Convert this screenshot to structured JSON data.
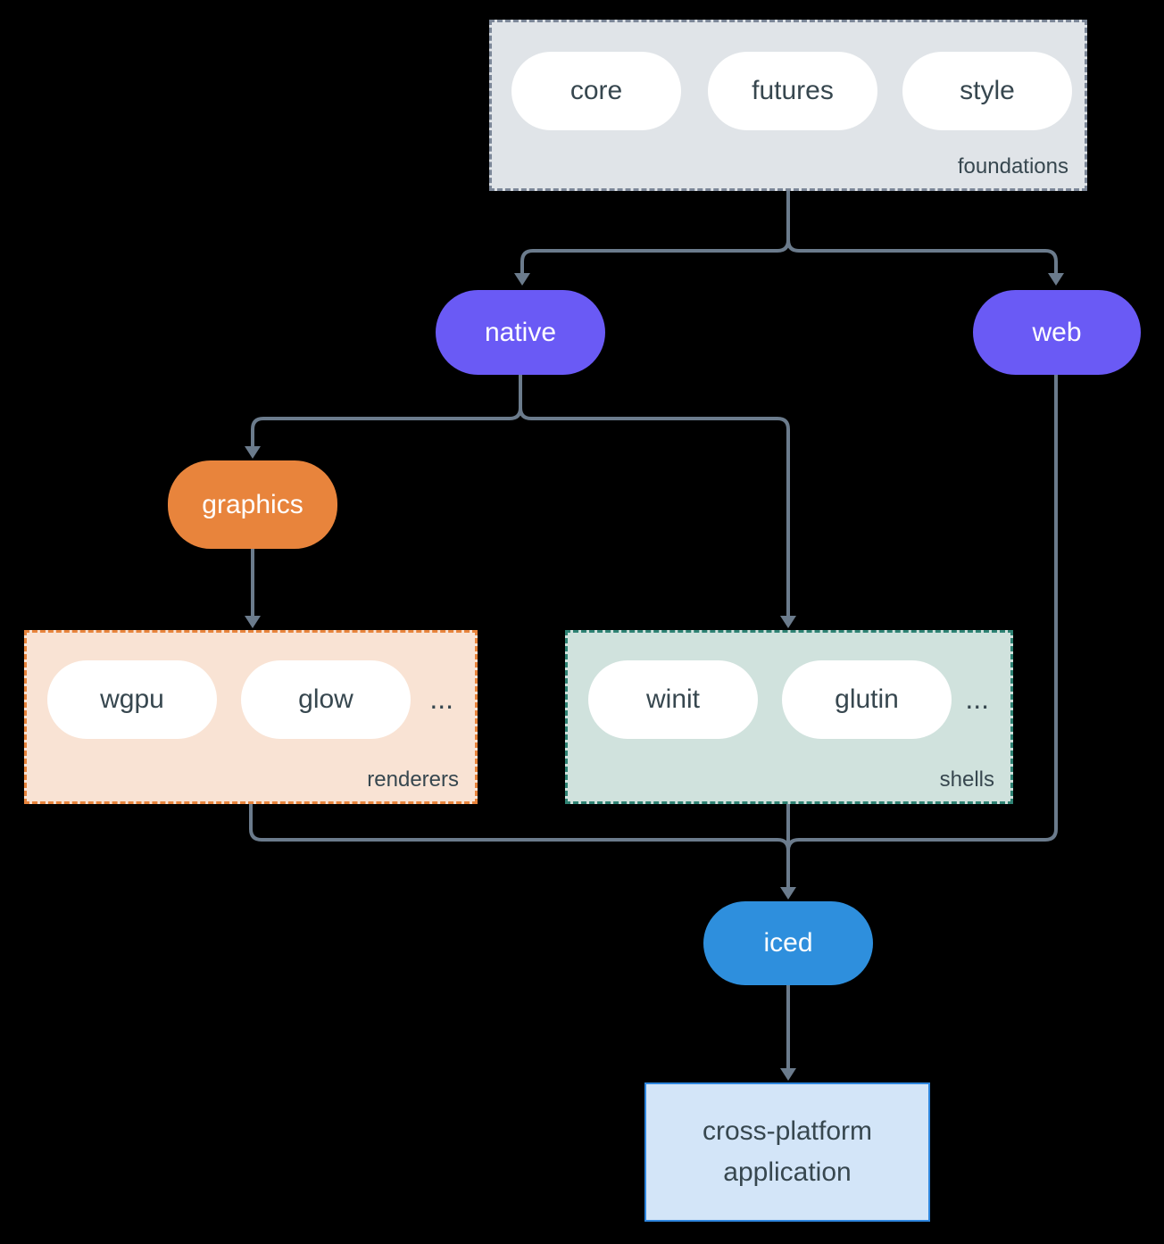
{
  "colors": {
    "background": "#000000",
    "line": "#6b7b8c",
    "purple": "#6a5af5",
    "orange": "#e8843c",
    "blue": "#2e8fdd",
    "foundations_fill": "#e0e4e8",
    "foundations_border": "#7c8798",
    "renderers_fill": "#f9e3d4",
    "renderers_border": "#e8843c",
    "shells_fill": "#d0e2dd",
    "shells_border": "#2e8273",
    "app_fill": "#d3e5f8",
    "app_border": "#2e86de",
    "node_text": "#37474f",
    "pill_fill": "#ffffff"
  },
  "groups": {
    "foundations": {
      "label": "foundations",
      "pills": [
        "core",
        "futures",
        "style"
      ]
    },
    "renderers": {
      "label": "renderers",
      "pills": [
        "wgpu",
        "glow"
      ],
      "more": "..."
    },
    "shells": {
      "label": "shells",
      "pills": [
        "winit",
        "glutin"
      ],
      "more": "..."
    }
  },
  "nodes": {
    "native": "native",
    "web": "web",
    "graphics": "graphics",
    "iced": "iced",
    "app": "cross-platform application"
  }
}
